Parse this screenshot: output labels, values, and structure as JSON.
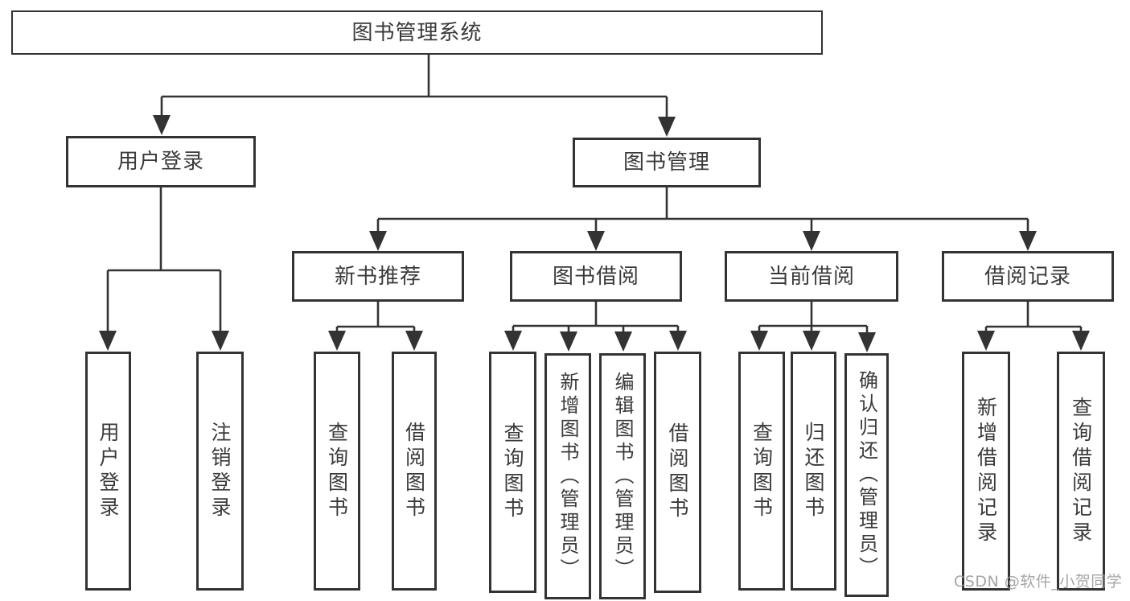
{
  "diagram": {
    "title": "图书管理系统",
    "root": {
      "label": "图书管理系统"
    },
    "level2": {
      "user_login": "用户登录",
      "book_mgmt": "图书管理"
    },
    "level3": {
      "new_book_rec": "新书推荐",
      "book_borrow": "图书借阅",
      "current_borrow": "当前借阅",
      "borrow_records": "借阅记录"
    },
    "leaves": {
      "user_login_leaf": "用户登录",
      "logout_leaf": "注销登录",
      "rec_query_book": "查询图书",
      "rec_borrow_book": "借阅图书",
      "bb_query_book": "查询图书",
      "bb_add_book": "新增图书（管理员）",
      "bb_edit_book": "编辑图书（管理员）",
      "bb_borrow_book": "借阅图书",
      "cb_query_book": "查询图书",
      "cb_return_book": "归还图书",
      "cb_confirm_return": "确认归还（管理员）",
      "br_add_record": "新增借阅记录",
      "br_query_record": "查询借阅记录"
    }
  },
  "watermark": {
    "text": "CSDN @软件_小贺同学",
    "color": "#9e9e9e"
  },
  "colors": {
    "line": "#333333",
    "box_border": "#333333",
    "box_fill": "#ffffff",
    "text": "#3a3a3a",
    "background": "#ffffff"
  }
}
